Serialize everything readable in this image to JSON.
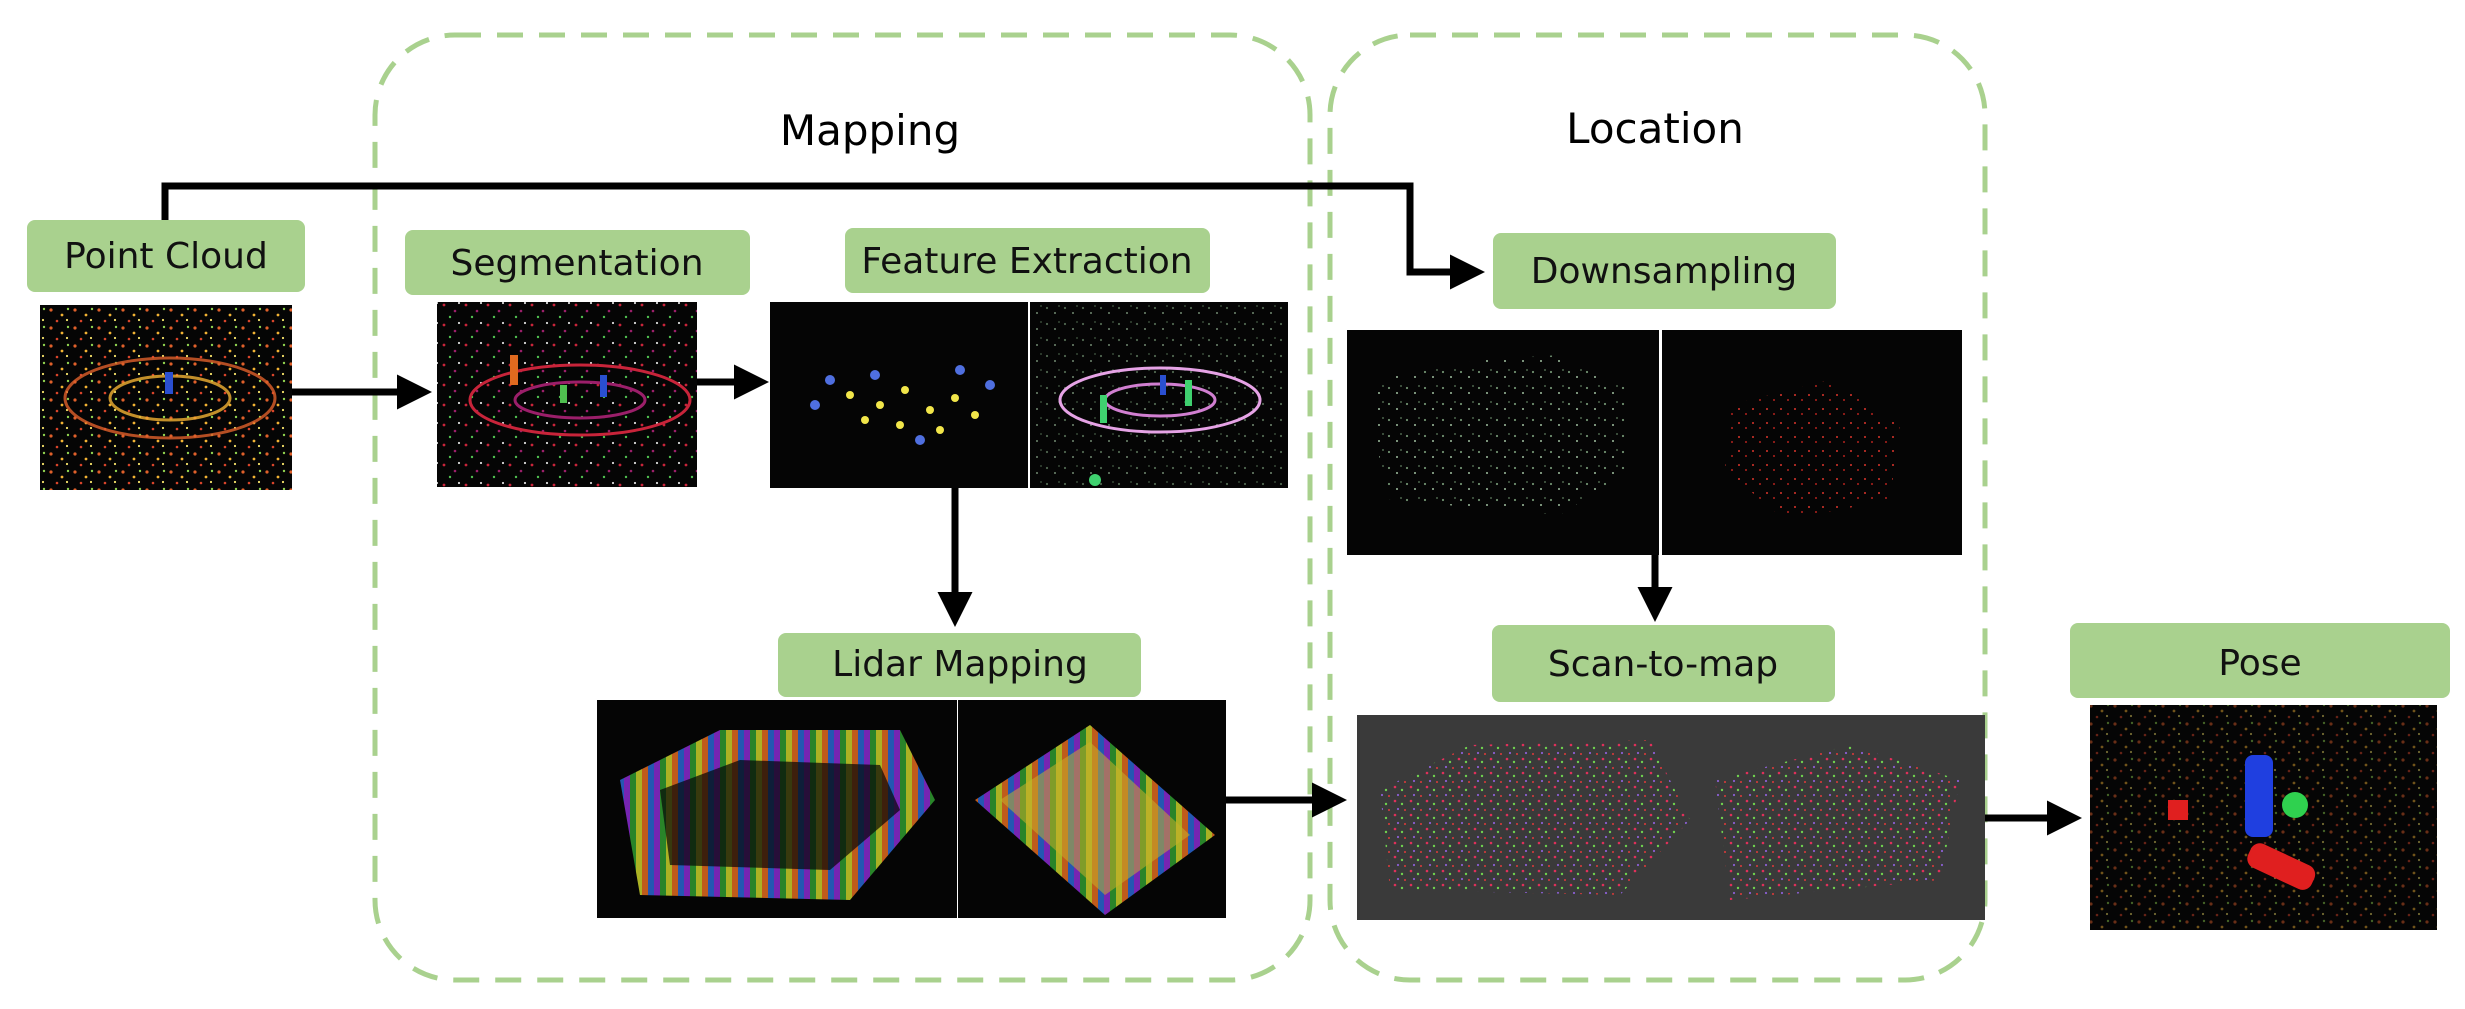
{
  "stages": {
    "mapping": "Mapping",
    "location": "Location"
  },
  "nodes": {
    "point_cloud": "Point Cloud",
    "segmentation": "Segmentation",
    "feature_extraction": "Feature Extraction",
    "lidar_mapping": "Lidar Mapping",
    "downsampling": "Downsampling",
    "scan_to_map": "Scan-to-map",
    "pose": "Pose"
  },
  "colors": {
    "label_fill": "#a9d18e",
    "frame_stroke": "#a9d18e",
    "arrow": "#000000",
    "panel": "#000000",
    "scan_panel": "#3a3a3a"
  }
}
